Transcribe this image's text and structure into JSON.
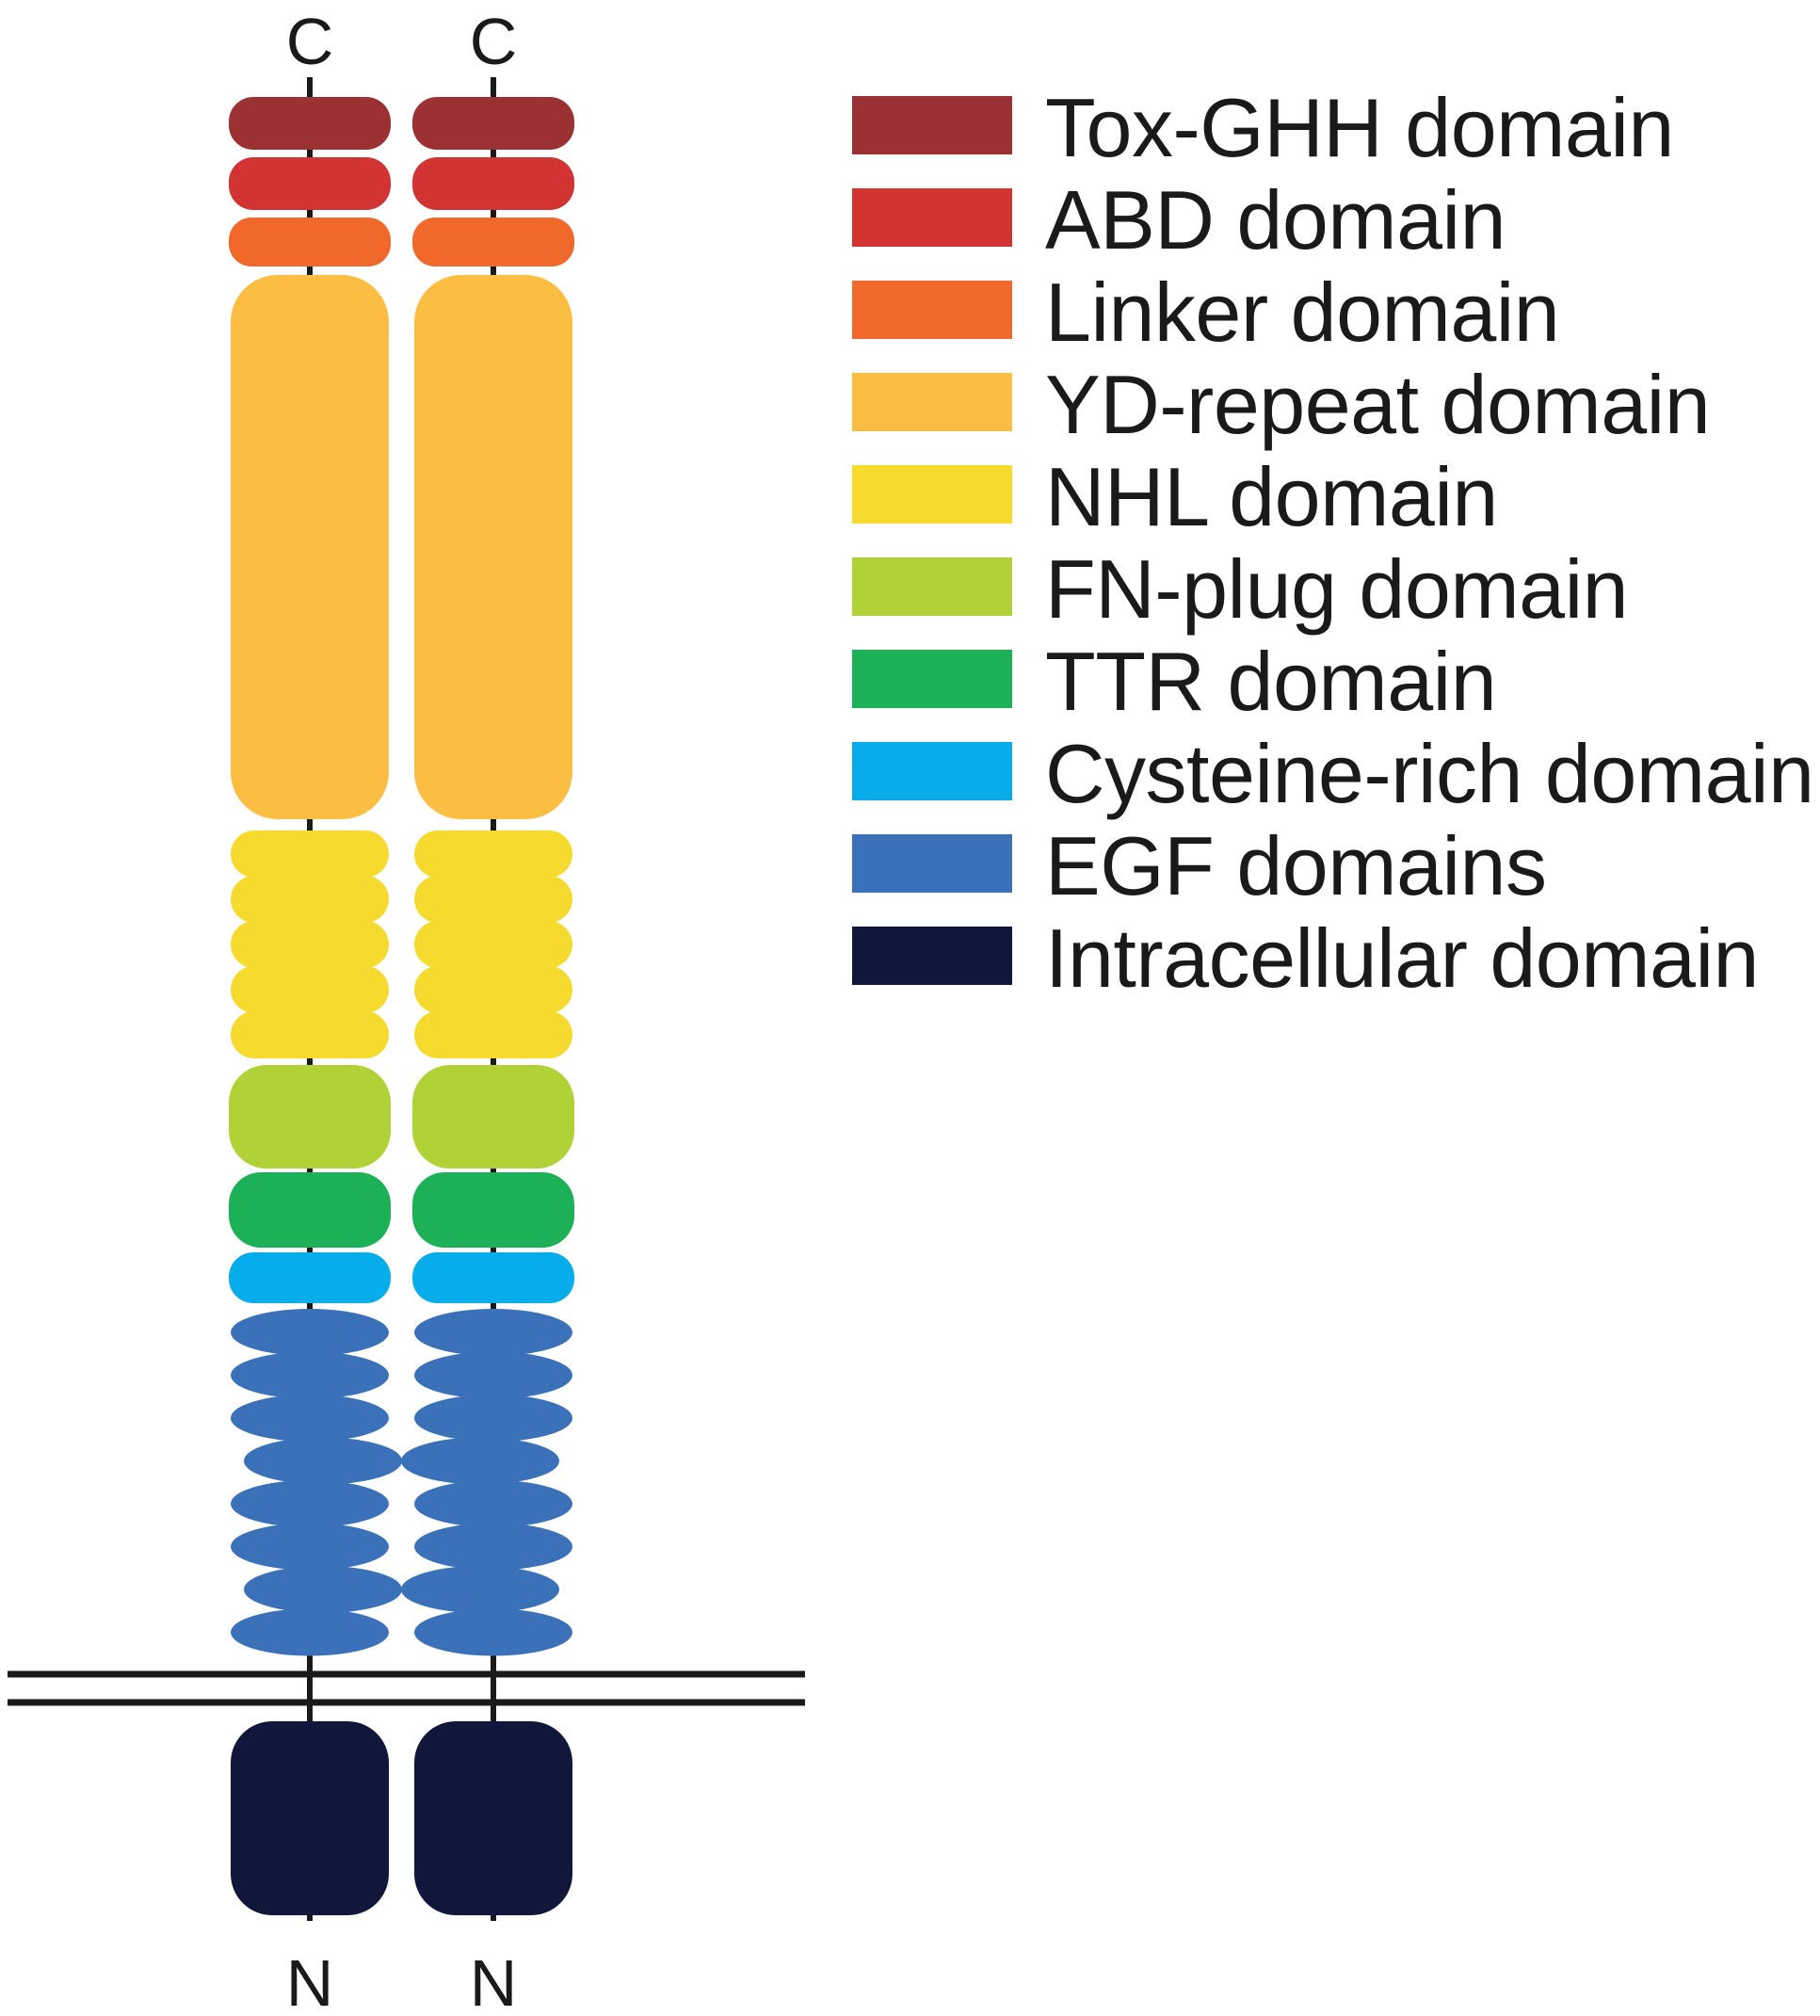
{
  "terminals": {
    "top_left": "C",
    "top_right": "C",
    "bottom_left": "N",
    "bottom_right": "N"
  },
  "legend": [
    {
      "label": "Tox-GHH domain",
      "color": "#9b3133"
    },
    {
      "label": "ABD domain",
      "color": "#d13433"
    },
    {
      "label": "Linker domain",
      "color": "#f0692a"
    },
    {
      "label": "YD-repeat domain",
      "color": "#fcbd43"
    },
    {
      "label": "NHL domain",
      "color": "#f7da2e"
    },
    {
      "label": "FN-plug domain",
      "color": "#b1d237"
    },
    {
      "label": "TTR domain",
      "color": "#1db157"
    },
    {
      "label": "Cysteine-rich domain",
      "color": "#07adea"
    },
    {
      "label": "EGF domains",
      "color": "#3b71b8"
    },
    {
      "label": "Intracellular domain",
      "color": "#10173a"
    }
  ],
  "domain_stack": {
    "line_color": "#1a1a1a",
    "membrane_color": "#1a1a1a",
    "nhl_repeats": 5,
    "egf_repeats": 8
  }
}
